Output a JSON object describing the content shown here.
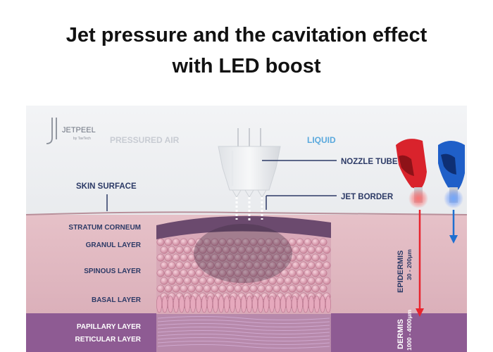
{
  "title": {
    "line1": "Jet pressure and the cavitation effect",
    "line2": "with LED boost"
  },
  "brand": {
    "name": "JETPEEL",
    "sub": "by TavTech"
  },
  "labels": {
    "pressured_air": "PRESSURED AIR",
    "liquid": "LIQUID",
    "nozzle_tube": "NOZZLE TUBE",
    "jet_border": "JET BORDER",
    "skin_surface": "SKIN SURFACE"
  },
  "layers": {
    "stratum_corneum": "STRATUM CORNEUM",
    "granul": "GRANUL LAYER",
    "spinous": "SPINOUS LAYER",
    "basal": "BASAL LAYER",
    "papillary": "PAPILLARY LAYER",
    "reticular": "RETICULAR LAYER"
  },
  "depths": {
    "epidermis": "EPIDERMIS",
    "epidermis_range": "30 - 200μm",
    "dermis": "DERMIS",
    "dermis_range": "1000 - 4000μm"
  },
  "colors": {
    "epidermis_bg": "#e3bcc4",
    "dermis_bg": "#8e5b93",
    "label_dark": "#2c3a66",
    "label_light": "#ffffff",
    "label_grey": "#c8ccd3",
    "liquid_blue": "#5aa9dd",
    "red_device": "#e8242e",
    "blue_device": "#1f5fc8"
  }
}
